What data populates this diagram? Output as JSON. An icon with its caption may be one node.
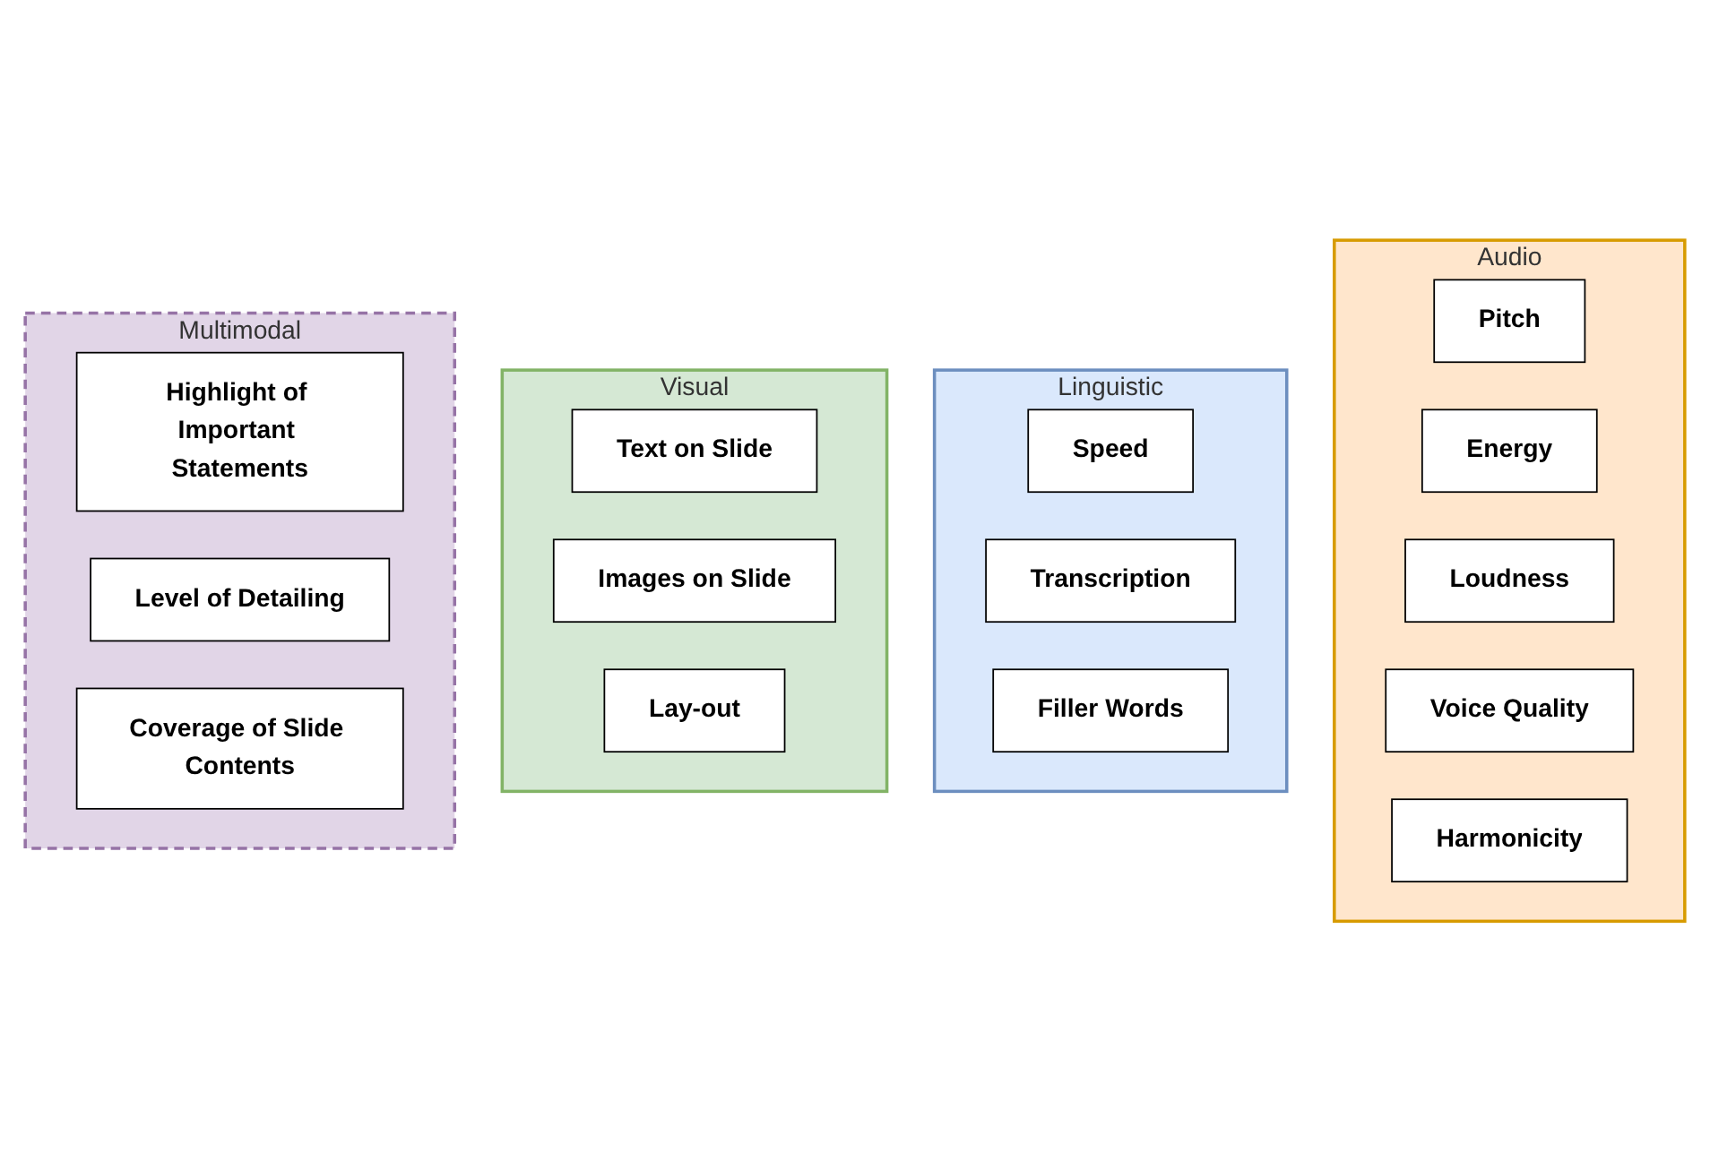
{
  "diagram": {
    "nodes": [
      {
        "text": [
          "Audio"
        ]
      },
      {
        "text": [
          "Pitch"
        ],
        "in": 0
      },
      {
        "text": [
          "Energy"
        ],
        "in": 0
      },
      {
        "text": [
          "Loudness"
        ],
        "in": 0
      },
      {
        "text": [
          "Voice Quality"
        ],
        "in": 0
      },
      {
        "text": [
          "Harmonicity"
        ],
        "in": 0
      },
      {
        "text": [
          "Linguistic"
        ]
      },
      {
        "text": [
          "Speed"
        ],
        "in": 6
      },
      {
        "text": [
          "Transcription"
        ],
        "in": 6
      },
      {
        "text": [
          "Filler Words"
        ],
        "in": 6
      },
      {
        "text": [
          "Visual"
        ]
      },
      {
        "text": [
          "Text on Slide"
        ],
        "in": 10
      },
      {
        "text": [
          "Images on Slide"
        ],
        "in": 10
      },
      {
        "text": [
          "Lay-out"
        ],
        "in": 10
      },
      {
        "text": [
          "Multimodal"
        ]
      },
      {
        "text": [
          "Highlight of Important Statements"
        ],
        "in": 14
      },
      {
        "text": [
          "Level of Detailing"
        ],
        "in": 14
      },
      {
        "text": [
          "Coverage of Slide Contents"
        ],
        "in": 14
      }
    ],
    "edges": []
  }
}
